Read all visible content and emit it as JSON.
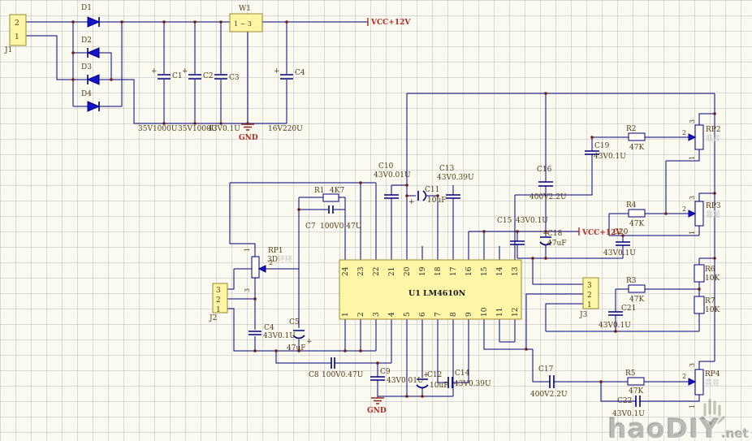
{
  "power_section": {
    "j1": {
      "ref": "J1",
      "pins": [
        "2",
        "1"
      ]
    },
    "diodes": {
      "d1": "D1",
      "d2": "D2",
      "d3": "D3",
      "d4": "D4"
    },
    "regulator": {
      "ref": "W1",
      "inner": "1 ~ 3"
    },
    "caps": {
      "c1": {
        "ref": "C1",
        "value": "35V1000U",
        "plus": "+"
      },
      "c2": {
        "ref": "C2",
        "value": "35V1000U",
        "plus": "+"
      },
      "c3": {
        "ref": "C3",
        "value": "43V0.1U"
      },
      "c4": {
        "ref": "C4",
        "value": "16V220U",
        "plus": "+"
      }
    },
    "vcc": "VCC+12V",
    "gnd": "GND"
  },
  "ic": {
    "ref": "U1",
    "part": "LM4610N",
    "pins_top": [
      "24",
      "23",
      "22",
      "21",
      "20",
      "19",
      "18",
      "17",
      "16",
      "15",
      "14",
      "13"
    ],
    "pins_bottom": [
      "1",
      "2",
      "3",
      "4",
      "5",
      "6",
      "7",
      "8",
      "9",
      "10",
      "11",
      "12"
    ]
  },
  "connectors": {
    "j2": {
      "ref": "J2",
      "pins": [
        "3",
        "2",
        "1"
      ]
    },
    "j3": {
      "ref": "J3",
      "pins": [
        "3",
        "2",
        "1"
      ]
    }
  },
  "resistors": {
    "r1": {
      "ref": "R1",
      "value": "4K7"
    },
    "r2": {
      "ref": "R2",
      "value": "47K"
    },
    "r3": {
      "ref": "R3",
      "value": "47K"
    },
    "r4": {
      "ref": "R4",
      "value": "47K"
    },
    "r5": {
      "ref": "R5",
      "value": "47K"
    },
    "r6": {
      "ref": "R6",
      "value": "10K"
    },
    "r7": {
      "ref": "R7",
      "value": "10K"
    }
  },
  "pots": {
    "rp1": {
      "ref": "RP1",
      "sub": "3D",
      "sub_gray": "环绕",
      "pin1": "1",
      "pin2": "2",
      "pin3": "3"
    },
    "rp2": {
      "ref": "RP2",
      "sub_gray": "低音",
      "pin1": "1",
      "pin2": "2",
      "pin3": "3"
    },
    "rp3": {
      "ref": "RP3",
      "sub_gray": "音量",
      "pin1": "1",
      "pin2": "2",
      "pin3": "3"
    },
    "rp4": {
      "ref": "RP4",
      "sub_gray": "高音",
      "pin1": "1",
      "pin2": "2",
      "pin3": "3"
    }
  },
  "caps": {
    "c4": {
      "ref": "C4",
      "value": "43V0.1U"
    },
    "c5": {
      "ref": "C5",
      "value": "47uF",
      "plus": "+"
    },
    "c7": {
      "ref": "C7",
      "value": "100V0.47U"
    },
    "c8": {
      "ref": "C8",
      "value": "100V0.47U"
    },
    "c9": {
      "ref": "C9",
      "value": "43V0.01U"
    },
    "c10": {
      "ref": "C10",
      "value": "43V0.01U"
    },
    "c11": {
      "ref": "C11",
      "value": "10uF",
      "plus": "+"
    },
    "c12": {
      "ref": "C12",
      "value": "10uF",
      "plus": "+"
    },
    "c13": {
      "ref": "C13",
      "value": "43V0.39U"
    },
    "c14": {
      "ref": "C14",
      "value": "43V0.39U"
    },
    "c15": {
      "ref": "C15",
      "value": "43V0.1U"
    },
    "c16": {
      "ref": "C16",
      "value": "400V2.2U"
    },
    "c17": {
      "ref": "C17",
      "value": "400V2.2U"
    },
    "c18": {
      "ref": "C18",
      "value": "47uF",
      "plus": "+"
    },
    "c19": {
      "ref": "C19",
      "value": "43V0.1U"
    },
    "c20": {
      "ref": "C20",
      "value": "43V0.1U"
    },
    "c21": {
      "ref": "C21",
      "value": "43V0.1U"
    },
    "c22": {
      "ref": "C22",
      "value": "43V0.1U"
    }
  },
  "vcc": "VCC+12V",
  "gnd": "GND",
  "watermark": {
    "brand": "haoDIY",
    "suffix": ".net"
  },
  "colors": {
    "wire": "#00007b",
    "accent_red": "#b5281e",
    "part_fill": "#fdf6a6",
    "diode_blue": "#1414cc"
  }
}
